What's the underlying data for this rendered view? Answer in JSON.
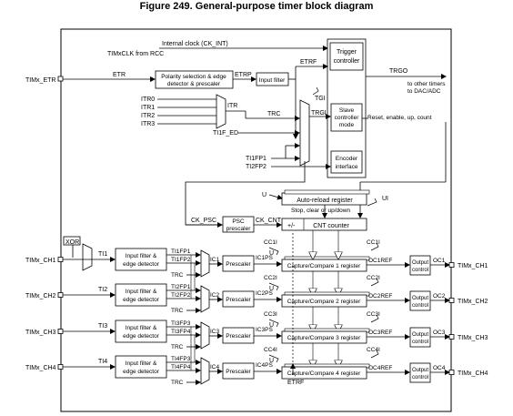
{
  "figure_title": "Figure 249. General-purpose timer block diagram",
  "labels": {
    "internal_clock": "Internal clock (CK_INT)",
    "timxclk": "TIMxCLK from RCC",
    "trigger_controller_1": "Trigger",
    "trigger_controller_2": "controller",
    "etr_in": "TIMx_ETR",
    "etr": "ETR",
    "polarity_1": "Polarity selection & edge",
    "polarity_2": "detector & prescaler",
    "etrp": "ETRP",
    "input_filter": "Input filter",
    "etrf": "ETRF",
    "trgo": "TRGO",
    "other_timers_1": "to other timers",
    "other_timers_2": "to DAC/ADC",
    "itr0": "ITR0",
    "itr1": "ITR1",
    "itr2": "ITR2",
    "itr3": "ITR3",
    "itr": "ITR",
    "trc": "TRC",
    "tgi": "TGI",
    "trgi": "TRGI",
    "slave_1": "Slave",
    "slave_2": "controller",
    "slave_3": "mode",
    "reset_enable": "Reset, enable, up, count",
    "ti1f_ed": "TI1F_ED",
    "ti1fp1": "TI1FP1",
    "ti2fp2": "TI2FP2",
    "encoder_1": "Encoder",
    "encoder_2": "interface",
    "u": "U",
    "ui": "UI",
    "autoreload": "Auto-reload register",
    "stop_clear": "Stop, clear or up/down",
    "ck_psc": "CK_PSC",
    "psc_1": "PSC",
    "psc_2": "prescaler",
    "ck_cnt": "CK_CNT",
    "plus_minus": "+/-",
    "cnt_counter": "CNT counter",
    "xor": "XOR",
    "etrf_bottom": "ETRF"
  },
  "channels": [
    {
      "pin": "TIMx_CH1",
      "ti": "TI1",
      "fp_a": "TI1FP1",
      "fp_b": "TI1FP2",
      "trc": "TRC",
      "ic": "IC1",
      "prescaler": "Prescaler",
      "icps": "IC1PS",
      "cci": "CC1I",
      "capture": "Capture/Compare 1 register",
      "ocref": "OC1REF",
      "output_1": "Output",
      "output_2": "control",
      "oc": "OC1",
      "out_pin": "TIMx_CH1"
    },
    {
      "pin": "TIMx_CH2",
      "ti": "TI2",
      "fp_a": "TI2FP1",
      "fp_b": "TI2FP2",
      "trc": "TRC",
      "ic": "IC2",
      "prescaler": "Prescaler",
      "icps": "IC2PS",
      "cci": "CC2I",
      "capture": "Capture/Compare 2 register",
      "ocref": "OC2REF",
      "output_1": "Output",
      "output_2": "control",
      "oc": "OC2",
      "out_pin": "TIMx_CH2"
    },
    {
      "pin": "TIMx_CH3",
      "ti": "TI3",
      "fp_a": "TI3FP3",
      "fp_b": "TI3FP4",
      "trc": "TRC",
      "ic": "IC3",
      "prescaler": "Prescaler",
      "icps": "IC3PS",
      "cci": "CC3I",
      "capture": "Capture/Compare 3 register",
      "ocref": "OC3REF",
      "output_1": "Output",
      "output_2": "control",
      "oc": "OC3",
      "out_pin": "TIMx_CH3"
    },
    {
      "pin": "TIMx_CH4",
      "ti": "TI4",
      "fp_a": "TI4FP3",
      "fp_b": "TI4FP4",
      "trc": "TRC",
      "ic": "IC4",
      "prescaler": "Prescaler",
      "icps": "IC4PS",
      "cci": "CC4I",
      "capture": "Capture/Compare 4 register",
      "ocref": "OC4REF",
      "output_1": "Output",
      "output_2": "control",
      "oc": "OC4",
      "out_pin": "TIMx_CH4"
    }
  ],
  "filter_label_1": "Input filter &",
  "filter_label_2": "edge detector"
}
